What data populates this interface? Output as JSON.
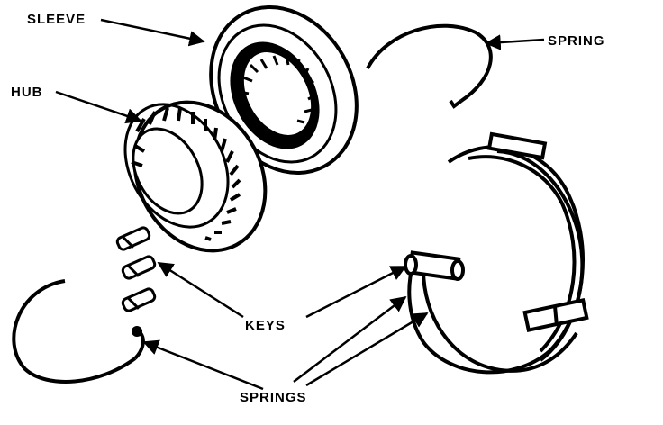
{
  "labels": {
    "sleeve": "SLEEVE",
    "hub": "HUB",
    "spring": "SPRING",
    "keys": "KEYS",
    "springs": "SPRINGS"
  },
  "colors": {
    "ink": "#000000",
    "paper": "#ffffff"
  }
}
